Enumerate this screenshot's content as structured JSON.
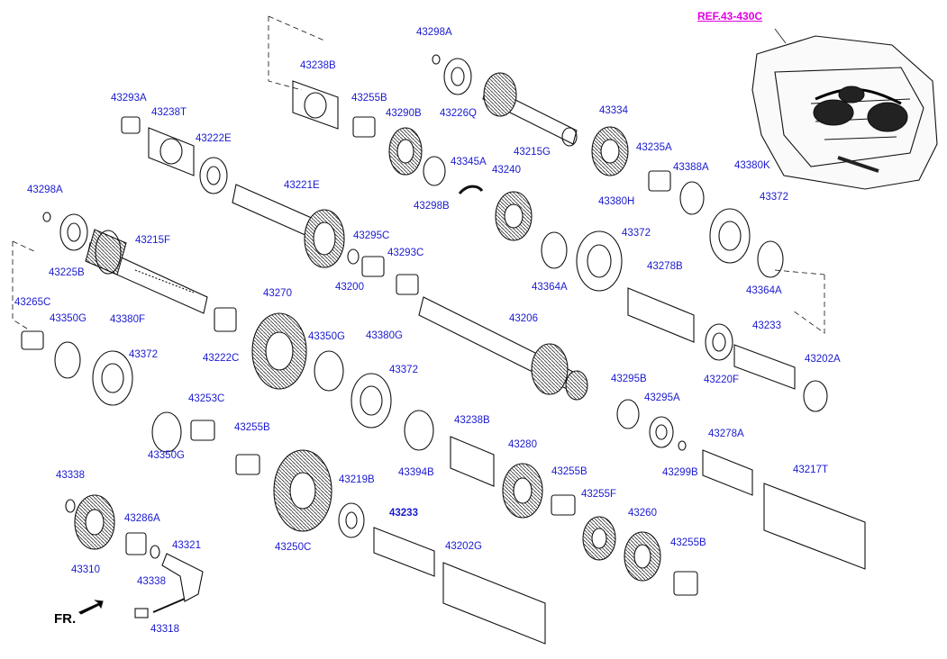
{
  "reference": "REF.43-430C",
  "direction": "FR.",
  "part_labels": [
    "43298A",
    "43238B",
    "43293A",
    "43238T",
    "43255B",
    "43290B",
    "43226Q",
    "43215G",
    "43334",
    "43222E",
    "43345A",
    "43298B",
    "43240",
    "43235A",
    "43388A",
    "43380K",
    "43298A",
    "43221E",
    "43380H",
    "43372",
    "43372",
    "43225B",
    "43215F",
    "43295C",
    "43200",
    "43293C",
    "43364A",
    "43278B",
    "43364A",
    "43265C",
    "43350G",
    "43380F",
    "43270",
    "43206",
    "43233",
    "43372",
    "43222C",
    "43350G",
    "43380G",
    "43372",
    "43220F",
    "43202A",
    "43253C",
    "43295B",
    "43295A",
    "43350G",
    "43255B",
    "43238B",
    "43280",
    "43299B",
    "43278A",
    "43338",
    "43219B",
    "43394B",
    "43255B",
    "43233",
    "43255F",
    "43217T",
    "43286A",
    "43321",
    "43260",
    "43250C",
    "43202G",
    "43255B",
    "43338",
    "43310",
    "43318"
  ]
}
